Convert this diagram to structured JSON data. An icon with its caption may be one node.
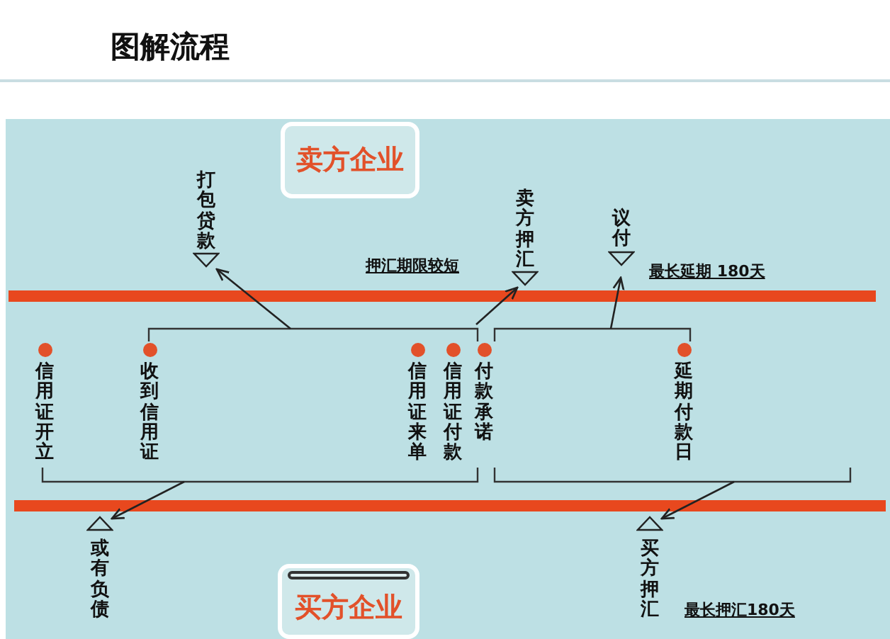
{
  "diagram": {
    "title": "图解流程",
    "nodes": [
      {
        "text": [
          "卖方企业"
        ]
      },
      {
        "text": [
          "打包贷款"
        ]
      },
      {
        "text": [
          "卖方押汇"
        ]
      },
      {
        "text": [
          "议付"
        ]
      },
      {
        "text": [
          "信用证开立"
        ]
      },
      {
        "text": [
          "收到信用证"
        ]
      },
      {
        "text": [
          "信用证来单"
        ]
      },
      {
        "text": [
          "信用证付款"
        ]
      },
      {
        "text": [
          "付款承诺"
        ]
      },
      {
        "text": [
          "延期付款日"
        ]
      },
      {
        "text": [
          "或有负债"
        ]
      },
      {
        "text": [
          "买方企业"
        ]
      },
      {
        "text": [
          "买方押汇"
        ]
      }
    ],
    "edges": [
      {
        "from": null,
        "to": 1,
        "arrow": "to"
      },
      {
        "from": null,
        "to": 2,
        "arrow": "to"
      },
      {
        "from": null,
        "to": 3,
        "arrow": "to"
      },
      {
        "from": null,
        "to": 10,
        "arrow": "to"
      },
      {
        "from": null,
        "to": 12,
        "arrow": "to"
      }
    ],
    "labels": [
      "押汇期限较短",
      "最长延期 180天",
      "最长押汇180天"
    ]
  }
}
